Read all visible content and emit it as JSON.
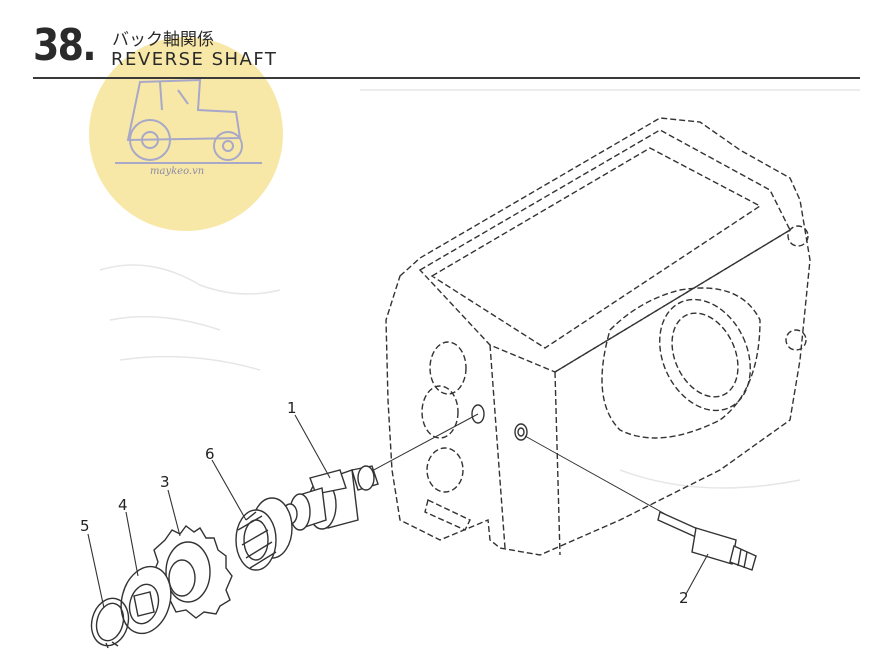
{
  "header": {
    "section_number": "38.",
    "title_jp": "バック軸関係",
    "title_en": "REVERSE SHAFT"
  },
  "watermark": {
    "text": "maykeo.vn",
    "icon": "tractor-icon",
    "color": "#f6e08a"
  },
  "callouts": [
    {
      "id": "callout-1",
      "label": "1"
    },
    {
      "id": "callout-2",
      "label": "2"
    },
    {
      "id": "callout-3",
      "label": "3"
    },
    {
      "id": "callout-4",
      "label": "4"
    },
    {
      "id": "callout-5",
      "label": "5"
    },
    {
      "id": "callout-6",
      "label": "6"
    }
  ]
}
